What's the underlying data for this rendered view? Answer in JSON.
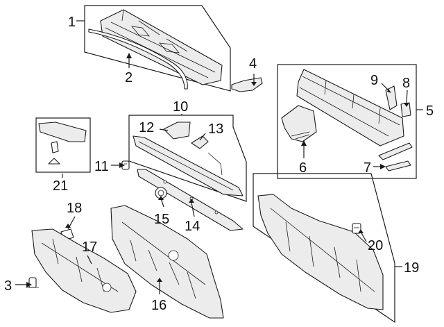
{
  "diagram": {
    "callouts": [
      {
        "id": "1",
        "text": "1"
      },
      {
        "id": "2",
        "text": "2"
      },
      {
        "id": "3",
        "text": "3"
      },
      {
        "id": "4",
        "text": "4"
      },
      {
        "id": "5",
        "text": "5"
      },
      {
        "id": "6",
        "text": "6"
      },
      {
        "id": "7",
        "text": "7"
      },
      {
        "id": "8",
        "text": "8"
      },
      {
        "id": "9",
        "text": "9"
      },
      {
        "id": "10",
        "text": "10"
      },
      {
        "id": "11",
        "text": "11"
      },
      {
        "id": "12",
        "text": "12"
      },
      {
        "id": "13",
        "text": "13"
      },
      {
        "id": "14",
        "text": "14"
      },
      {
        "id": "15",
        "text": "15"
      },
      {
        "id": "16",
        "text": "16"
      },
      {
        "id": "17",
        "text": "17"
      },
      {
        "id": "18",
        "text": "18"
      },
      {
        "id": "19",
        "text": "19"
      },
      {
        "id": "20",
        "text": "20"
      },
      {
        "id": "21",
        "text": "21"
      }
    ],
    "colors": {
      "line": "#1a1a1a",
      "background": "#ffffff",
      "shade": "#ececec"
    }
  }
}
